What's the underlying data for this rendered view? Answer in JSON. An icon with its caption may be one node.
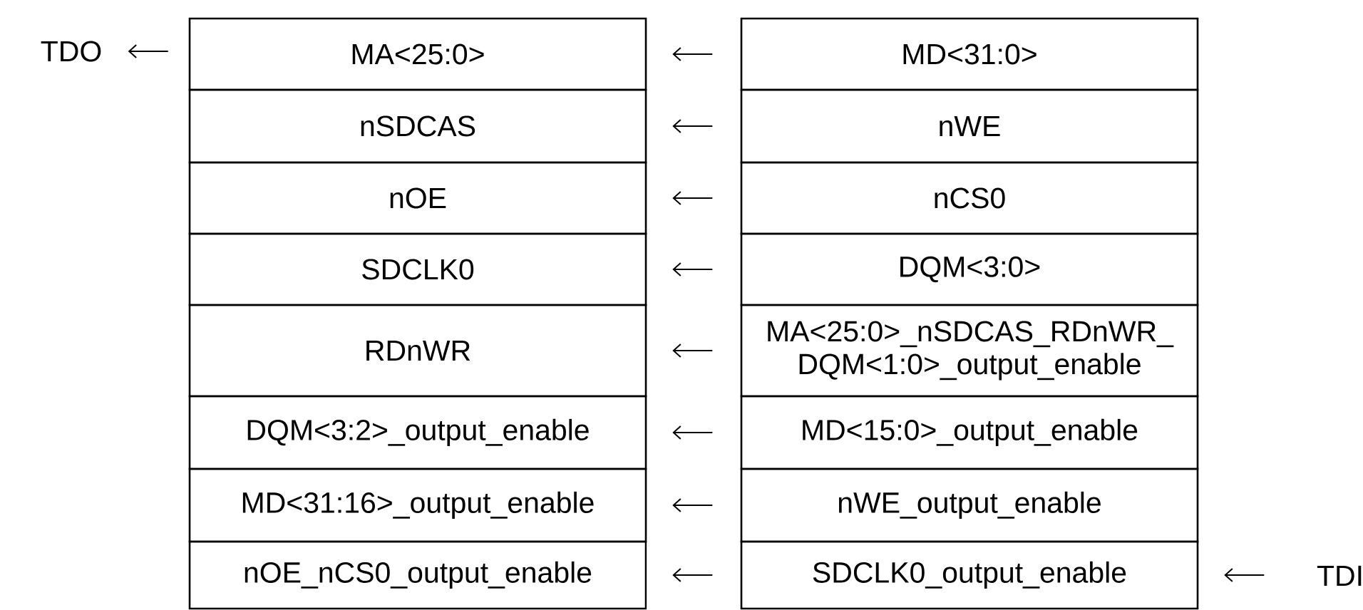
{
  "diagram": {
    "nodes": [
      {
        "text": [
          "TDO"
        ]
      },
      {
        "text": [
          "MA<25:0>"
        ]
      },
      {
        "text": [
          "MD<31:0>"
        ]
      },
      {
        "text": [
          "nSDCAS"
        ]
      },
      {
        "text": [
          "nWE"
        ]
      },
      {
        "text": [
          "nOE"
        ]
      },
      {
        "text": [
          "nCS0"
        ]
      },
      {
        "text": [
          "SDCLK0"
        ]
      },
      {
        "text": [
          "DQM<3:0>"
        ]
      },
      {
        "text": [
          "RDnWR"
        ]
      },
      {
        "text": [
          "MA<25:0>_nSDCAS_RDnWR_ DQM<1:0>_output_enable"
        ]
      },
      {
        "text": [
          "DQM<3:2>_output_enable"
        ]
      },
      {
        "text": [
          "MD<15:0>_output_enable"
        ]
      },
      {
        "text": [
          "MD<31:16>_output_enable"
        ]
      },
      {
        "text": [
          "nWE_output_enable"
        ]
      },
      {
        "text": [
          "nOE_nCS0_output_enable"
        ]
      },
      {
        "text": [
          "SDCLK0_output_enable"
        ]
      },
      {
        "text": [
          "TDI"
        ]
      }
    ],
    "edges": [
      {
        "from": 1,
        "to": 0,
        "arrow": "to"
      },
      {
        "from": 2,
        "to": 1,
        "arrow": "to"
      },
      {
        "from": 4,
        "to": 3,
        "arrow": "to"
      },
      {
        "from": 6,
        "to": 5,
        "arrow": "to"
      },
      {
        "from": 8,
        "to": 7,
        "arrow": "to"
      },
      {
        "from": 10,
        "to": 9,
        "arrow": "to"
      },
      {
        "from": 12,
        "to": 11,
        "arrow": "to"
      },
      {
        "from": 14,
        "to": 13,
        "arrow": "to"
      },
      {
        "from": 16,
        "to": 15,
        "arrow": "to"
      },
      {
        "from": 17,
        "to": 16,
        "arrow": "to"
      }
    ]
  }
}
